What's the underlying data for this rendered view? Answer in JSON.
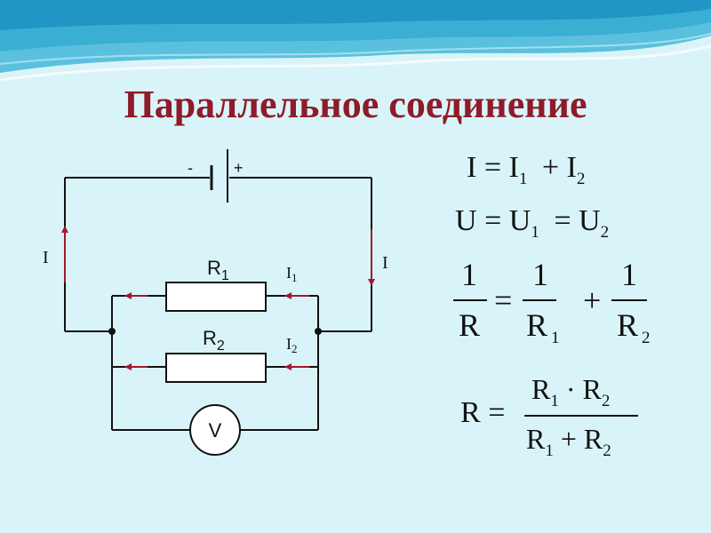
{
  "title": "Параллельное соединение",
  "colors": {
    "title": "#8e1b2a",
    "arrow": "#a3192a",
    "wire": "#111111",
    "background": "#d9f4f8",
    "wave": "#5bc0de"
  },
  "circuit": {
    "battery_minus": "-",
    "battery_plus": "+",
    "current_left": "I",
    "current_right": "I",
    "r1_main": "R",
    "r1_sub": "1",
    "r2_main": "R",
    "r2_sub": "2",
    "i1_main": "I",
    "i1_sub": "1",
    "i2_main": "I",
    "i2_sub": "2",
    "voltmeter": "V"
  },
  "formulas": {
    "current": {
      "lhs": "I",
      "eq": "=",
      "t1": "I",
      "t1_sub": "1",
      "op": "+",
      "t2": "I",
      "t2_sub": "2"
    },
    "voltage": {
      "lhs": "U",
      "eq1": "=",
      "t1": "U",
      "t1_sub": "1",
      "eq2": "=",
      "t2": "U",
      "t2_sub": "2"
    },
    "resistance_reciprocal": {
      "num": "1",
      "den": "R",
      "eq": "=",
      "num1": "1",
      "den1": "R",
      "den1_sub": "1",
      "op": "+",
      "num2": "1",
      "den2": "R",
      "den2_sub": "2"
    },
    "resistance_product": {
      "lhs": "R",
      "eq": "=",
      "num_a": "R",
      "num_a_sub": "1",
      "num_op": "·",
      "num_b": "R",
      "num_b_sub": "2",
      "den_a": "R",
      "den_a_sub": "1",
      "den_op": "+",
      "den_b": "R",
      "den_b_sub": "2"
    }
  }
}
